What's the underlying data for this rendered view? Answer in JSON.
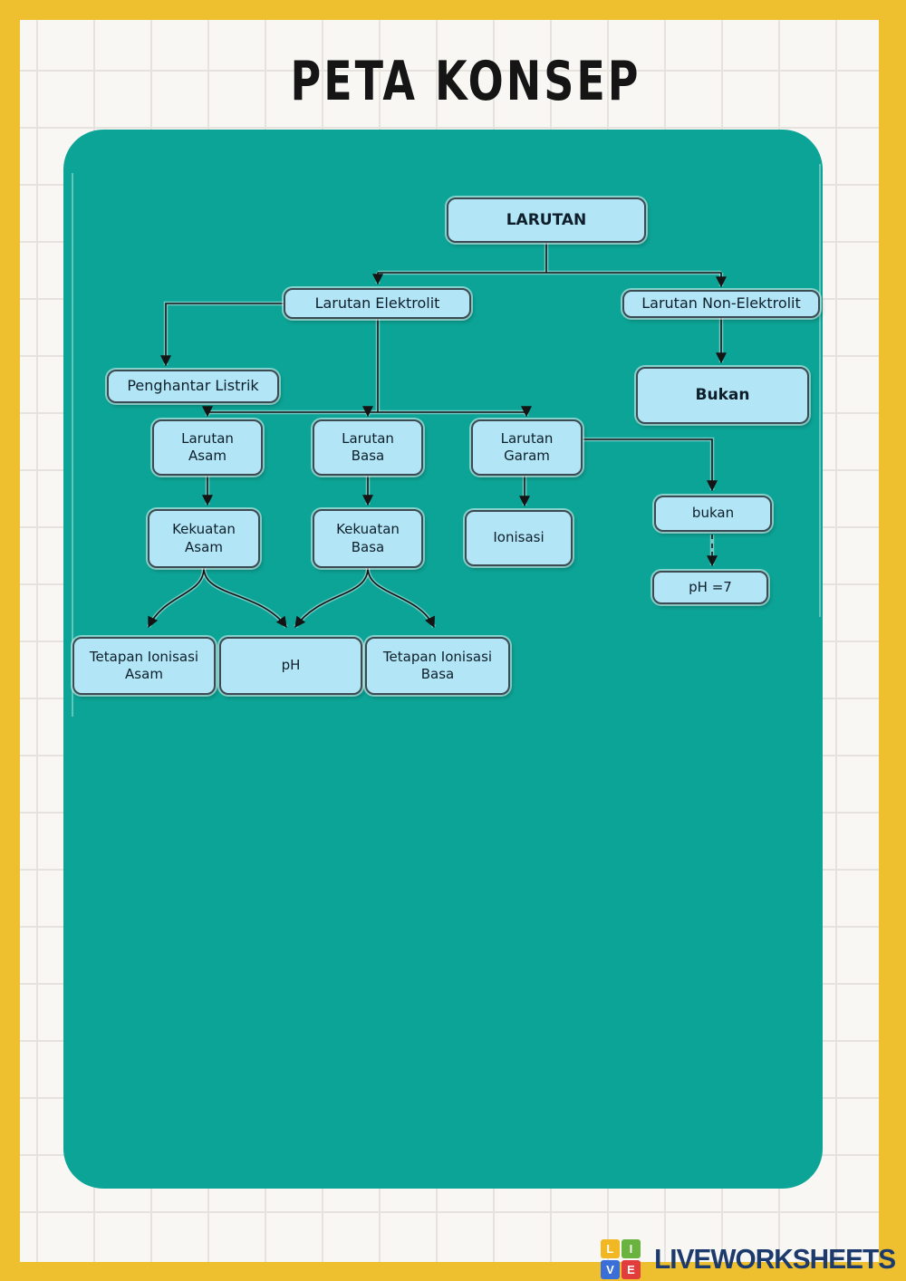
{
  "title": "PETA KONSEP",
  "diagram": {
    "nodes": {
      "larutan": {
        "label": "LARUTAN"
      },
      "elektrolit": {
        "label": "Larutan Elektrolit"
      },
      "non_elektrolit": {
        "label": "Larutan Non-Elektrolit"
      },
      "penghantar": {
        "label": "Penghantar Listrik"
      },
      "bukan": {
        "label": "Bukan"
      },
      "larutan_asam": {
        "label": "Larutan Asam"
      },
      "larutan_basa": {
        "label": "Larutan Basa"
      },
      "larutan_garam": {
        "label": "Larutan Garam"
      },
      "kekuatan_asam": {
        "label": "Kekuatan Asam"
      },
      "kekuatan_basa": {
        "label": "Kekuatan Basa"
      },
      "ionisasi": {
        "label": "Ionisasi"
      },
      "bukan_kecil": {
        "label": "bukan"
      },
      "ph_7": {
        "label": "pH =7"
      },
      "tetapan_ionisasi_asam": {
        "label": "Tetapan Ionisasi Asam"
      },
      "ph": {
        "label": "pH"
      },
      "tetapan_ionisasi_basa": {
        "label": "Tetapan Ionisasi Basa"
      }
    },
    "edges": [
      {
        "from": "larutan",
        "to": "elektrolit",
        "style": "solid-arrow"
      },
      {
        "from": "larutan",
        "to": "non_elektrolit",
        "style": "solid-arrow"
      },
      {
        "from": "elektrolit",
        "to": "penghantar",
        "style": "solid-arrow"
      },
      {
        "from": "elektrolit",
        "to": "larutan_asam",
        "style": "solid-arrow"
      },
      {
        "from": "elektrolit",
        "to": "larutan_basa",
        "style": "solid-arrow"
      },
      {
        "from": "elektrolit",
        "to": "larutan_garam",
        "style": "solid-arrow"
      },
      {
        "from": "non_elektrolit",
        "to": "bukan",
        "style": "solid-arrow"
      },
      {
        "from": "larutan_asam",
        "to": "kekuatan_asam",
        "style": "solid-arrow"
      },
      {
        "from": "larutan_basa",
        "to": "kekuatan_basa",
        "style": "solid-arrow"
      },
      {
        "from": "larutan_garam",
        "to": "ionisasi",
        "style": "solid-arrow"
      },
      {
        "from": "larutan_garam",
        "to": "bukan_kecil",
        "style": "solid-arrow"
      },
      {
        "from": "bukan_kecil",
        "to": "ph_7",
        "style": "dashed-arrow"
      },
      {
        "from": "kekuatan_asam",
        "to": "tetapan_ionisasi_asam",
        "style": "curved-arrow"
      },
      {
        "from": "kekuatan_asam",
        "to": "ph",
        "style": "curved-arrow"
      },
      {
        "from": "kekuatan_basa",
        "to": "ph",
        "style": "curved-arrow"
      },
      {
        "from": "kekuatan_basa",
        "to": "tetapan_ionisasi_basa",
        "style": "curved-arrow"
      }
    ]
  },
  "footer": {
    "brand": "LIVEWORKSHEETS",
    "logo_letters": {
      "l": {
        "char": "L",
        "color": "#f2b824"
      },
      "i": {
        "char": "I",
        "color": "#6ab33e"
      },
      "v": {
        "char": "V",
        "color": "#3a6fd8"
      },
      "e": {
        "char": "E",
        "color": "#e23d3d"
      }
    }
  },
  "colors": {
    "frame": "#eec02f",
    "panel": "#0ca496",
    "node_fill": "#b2e5f5",
    "node_border": "#3c4a52",
    "wire": "#141414",
    "brand_text": "#1d3a6d"
  }
}
